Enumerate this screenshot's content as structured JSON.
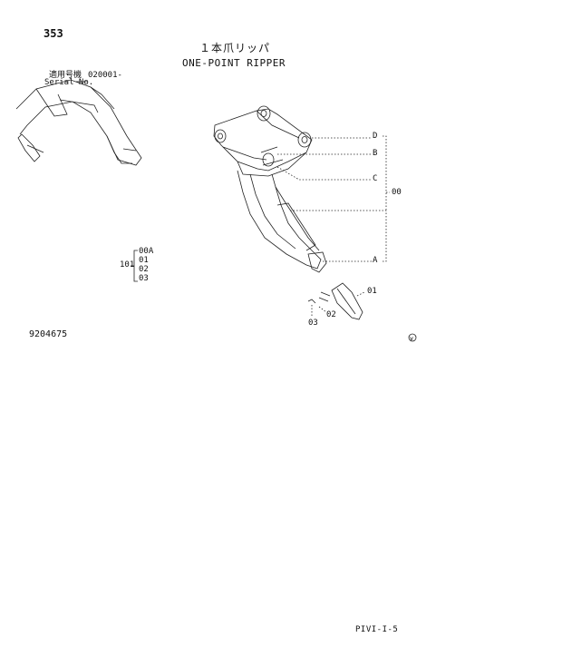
{
  "header": {
    "page_number": "353",
    "title_jp": "１本爪リッパ",
    "title_en": "ONE-POINT RIPPER",
    "serial_label_jp": "適用号機",
    "serial_value": "020001-",
    "serial_label_en": "Serial No."
  },
  "variants": {
    "group": "101",
    "items": [
      "00A",
      "01",
      "02",
      "03"
    ]
  },
  "callouts": {
    "D": "D",
    "B": "B",
    "C": "C",
    "A": "A",
    "assembly": "00",
    "part01": "01",
    "part02": "02",
    "part03": "03"
  },
  "doc_number": "9204675",
  "footer_code": "PIVI-I-5"
}
